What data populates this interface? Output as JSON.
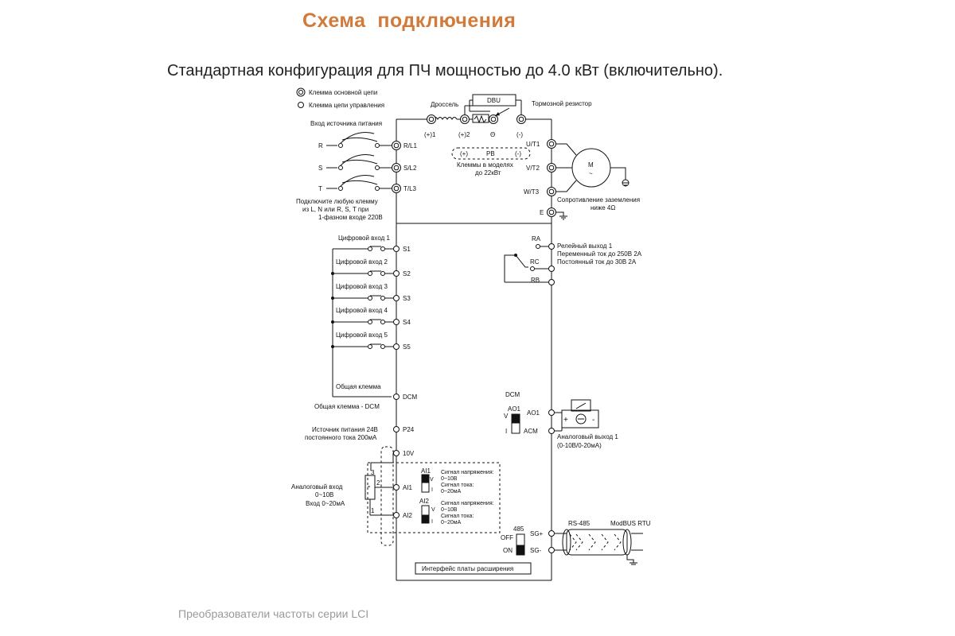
{
  "page": {
    "title": "Схема  подключения",
    "subtitle": "Стандартная конфигурация для ПЧ мощностью до 4.0 кВт (включительно).",
    "footer": "Преобразователи частоты серии LCI"
  },
  "legend": {
    "main_terminal": "Клемма основной цепи",
    "control_terminal": "Клемма цепи управления"
  },
  "power": {
    "input_label": "Вход источника питания",
    "phases": [
      "R",
      "S",
      "T"
    ],
    "terminals": [
      "R/L1",
      "S/L2",
      "T/L3"
    ],
    "note_lines": [
      "Подключите любую клемму",
      "из L, N или R, S, T при",
      "1-фазном входе 220В"
    ]
  },
  "dc_bus": {
    "choke": "Дроссель",
    "dbu": "DBU",
    "brake_resistor": "Тормозной резистор",
    "terminals": [
      "(+)1",
      "(+)2",
      "Θ",
      "(-)"
    ],
    "pb_plus": "(+)",
    "pb": "PB",
    "pb_minus": "(-)",
    "pb_note_lines": [
      "Клеммы в моделях",
      "до 22кВт"
    ]
  },
  "motor": {
    "terminals": [
      "U/T1",
      "V/T2",
      "W/T3"
    ],
    "symbol": "M",
    "tilde": "~",
    "earth_terminal": "E",
    "ground_note_lines": [
      "Сопротивление заземления",
      "ниже 4Ω"
    ]
  },
  "digital_inputs": {
    "inputs": [
      {
        "label": "Цифровой вход 1",
        "terminal": "S1"
      },
      {
        "label": "Цифровой вход 2",
        "terminal": "S2"
      },
      {
        "label": "Цифровой вход 3",
        "terminal": "S3"
      },
      {
        "label": "Цифровой вход 4",
        "terminal": "S4"
      },
      {
        "label": "Цифровой вход 5",
        "terminal": "S5"
      }
    ],
    "common_label": "Общая клемма",
    "dcm_terminal": "DCM",
    "dcm_note": "Общая клемма - DCM"
  },
  "supply": {
    "p24_note_lines": [
      "Источник питания 24В",
      "постоянного тока 200мА"
    ],
    "p24_terminal": "P24",
    "v10_terminal": "10V"
  },
  "analog_inputs": {
    "note_lines": [
      "Аналоговый вход",
      "0~10В",
      "Вход 0~20мА"
    ],
    "pot_pins": [
      "3",
      "2",
      "1"
    ],
    "ai1_terminal": "AI1",
    "ai2_terminal": "AI2",
    "ai1_switch": "AI1",
    "ai2_switch": "AI2",
    "switch_v": "V",
    "switch_i": "I",
    "voltage_signal": "Сигнал напряжения:",
    "voltage_range": "0~10В",
    "current_signal": "Сигнал тока:",
    "current_range": "0~20мА"
  },
  "relay": {
    "terminals": [
      "RA",
      "RC",
      "RB"
    ],
    "note_lines": [
      "Релейный выход 1",
      "Переменный ток до 250В 2А",
      "Постоянный ток до 30В 2А"
    ]
  },
  "analog_output": {
    "dcm": "DCM",
    "ao1_switch": "AO1",
    "switch_v": "V",
    "switch_i": "I",
    "ao1_terminal": "AO1",
    "acm_terminal": "ACM",
    "plus": "+",
    "minus": "-",
    "note_lines": [
      "Аналоговый выход 1",
      "(0-10В/0-20мА)"
    ]
  },
  "comm": {
    "switch_label": "485",
    "off": "OFF",
    "on": "ON",
    "sg_plus": "SG+",
    "sg_minus": "SG-",
    "rs485": "RS-485",
    "modbus": "ModBUS RTU"
  },
  "expansion": "Интерфейс платы расширения"
}
